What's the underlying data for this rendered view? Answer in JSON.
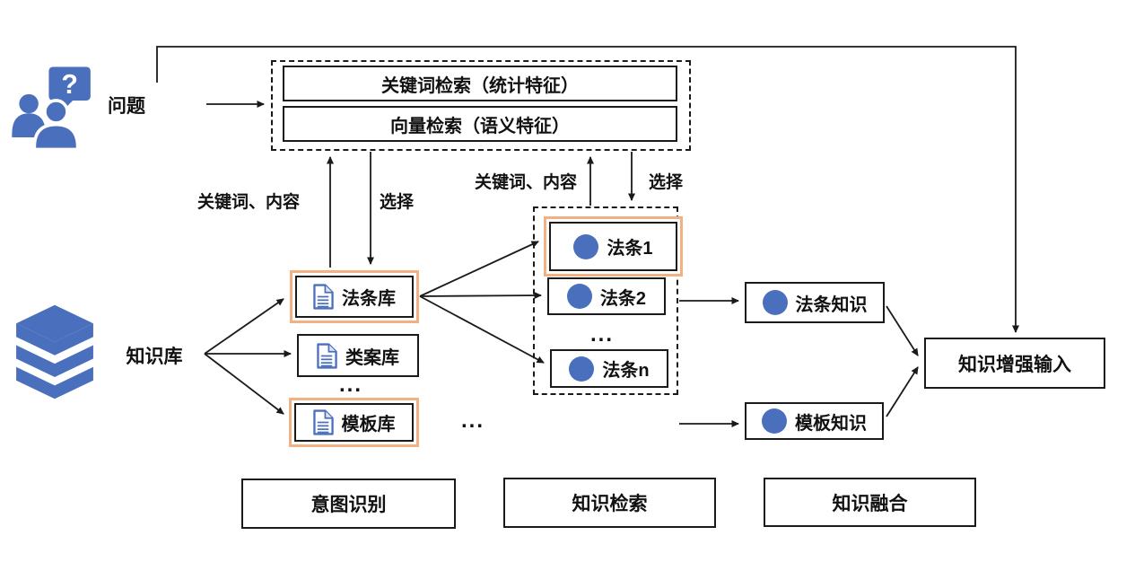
{
  "colors": {
    "blue": "#4a6fbd",
    "orange": "#f2b183",
    "line": "#1a1a1a",
    "background": "#ffffff"
  },
  "question": {
    "label": "问题"
  },
  "retrieval_box": {
    "keyword_search": "关键词检索（统计特征）",
    "vector_search": "向量检索（语义特征）"
  },
  "edge_labels": {
    "left_keywords": "关键词、内容",
    "left_select": "选择",
    "right_keywords": "关键词、内容",
    "right_select": "选择"
  },
  "knowledge_base": {
    "label": "知识库"
  },
  "libraries": {
    "law": "法条库",
    "case": "类案库",
    "template": "模板库",
    "ellipsis": "..."
  },
  "articles": {
    "a1": "法条1",
    "a2": "法条2",
    "an": "法条n",
    "ellipsis": "..."
  },
  "knowledge_items": {
    "law": "法条知识",
    "template": "模板知识",
    "ellipsis": "..."
  },
  "output": {
    "label": "知识增强输入"
  },
  "stages": {
    "intent": "意图识别",
    "retrieval": "知识检索",
    "fusion": "知识融合"
  }
}
